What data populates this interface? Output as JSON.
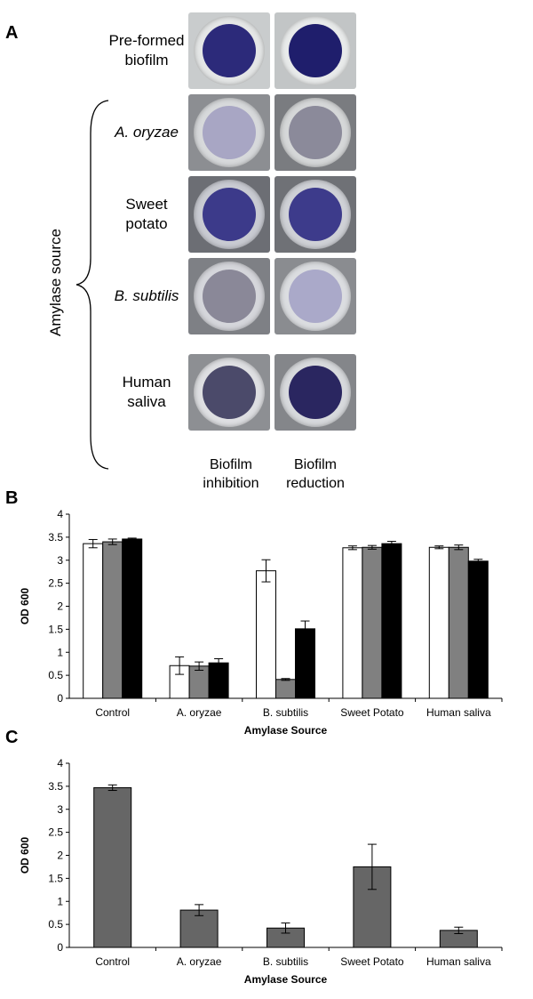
{
  "panels": {
    "a_letter": "A",
    "b_letter": "B",
    "c_letter": "C"
  },
  "panel_a": {
    "side_label": "Amylase source",
    "rows": [
      {
        "label": "Pre-formed\nbiofilm",
        "italic": false,
        "inhibition": {
          "bg": "#c9cccd",
          "ring": "#e4e6e6",
          "inner": "#2c2a7a"
        },
        "reduction": {
          "bg": "#c2c5c6",
          "ring": "#e8eaea",
          "inner": "#1f1e6c"
        }
      },
      {
        "label": "A. oryzae",
        "italic": true,
        "inhibition": {
          "bg": "#8c8e92",
          "ring": "#d7d9db",
          "inner": "#a8a6c4"
        },
        "reduction": {
          "bg": "#7a7c80",
          "ring": "#d5d7d8",
          "inner": "#8b8a9a"
        }
      },
      {
        "label": "Sweet\npotato",
        "italic": false,
        "inhibition": {
          "bg": "#6c6e74",
          "ring": "#c9cbd2",
          "inner": "#3c3a8a"
        },
        "reduction": {
          "bg": "#6f7176",
          "ring": "#cfd1d6",
          "inner": "#3d3b8b"
        }
      },
      {
        "label": "B. subtilis",
        "italic": true,
        "inhibition": {
          "bg": "#7e8085",
          "ring": "#d5d6db",
          "inner": "#8a8898"
        },
        "reduction": {
          "bg": "#8a8c90",
          "ring": "#dbdde0",
          "inner": "#aaa9c9"
        }
      },
      {
        "label": "Human\nsaliva",
        "italic": false,
        "inhibition": {
          "bg": "#8d8f93",
          "ring": "#dedfe2",
          "inner": "#4b4a6a"
        },
        "reduction": {
          "bg": "#84868a",
          "ring": "#d7d9dc",
          "inner": "#2a2660"
        }
      }
    ],
    "col_labels": [
      "Biofilm\ninhibition",
      "Biofilm\nreduction"
    ]
  },
  "chart_data": [
    {
      "type": "bar",
      "panel": "B",
      "categories": [
        "Control",
        "A. oryzae",
        "B. subtilis",
        "Sweet Potato",
        "Human saliva"
      ],
      "series": [
        {
          "color": "#ffffff",
          "values": [
            3.36,
            0.71,
            2.77,
            3.27,
            3.28
          ],
          "errors": [
            0.09,
            0.19,
            0.24,
            0.04,
            0.03
          ]
        },
        {
          "color": "#808080",
          "values": [
            3.4,
            0.7,
            0.41,
            3.28,
            3.28
          ],
          "errors": [
            0.06,
            0.09,
            0.02,
            0.04,
            0.05
          ]
        },
        {
          "color": "#000000",
          "values": [
            3.46,
            0.77,
            1.51,
            3.36,
            2.98
          ],
          "errors": [
            0.02,
            0.09,
            0.17,
            0.05,
            0.04
          ]
        }
      ],
      "ylabel": "OD 600",
      "xlabel": "Amylase Source",
      "ylim": [
        0,
        4
      ],
      "yticks": [
        "0",
        "0.5",
        "1",
        "1.5",
        "2",
        "2.5",
        "3",
        "3.5",
        "4"
      ],
      "grid": false
    },
    {
      "type": "bar",
      "panel": "C",
      "categories": [
        "Control",
        "A. oryzae",
        "B. subtilis",
        "Sweet Potato",
        "Human saliva"
      ],
      "series": [
        {
          "color": "#666666",
          "values": [
            3.47,
            0.81,
            0.42,
            1.75,
            0.37
          ],
          "errors": [
            0.06,
            0.12,
            0.11,
            0.49,
            0.07
          ]
        }
      ],
      "ylabel": "OD 600",
      "xlabel": "Amylase Source",
      "ylim": [
        0,
        4
      ],
      "yticks": [
        "0",
        "0.5",
        "1",
        "1.5",
        "2",
        "2.5",
        "3",
        "3.5",
        "4"
      ],
      "grid": false
    }
  ]
}
